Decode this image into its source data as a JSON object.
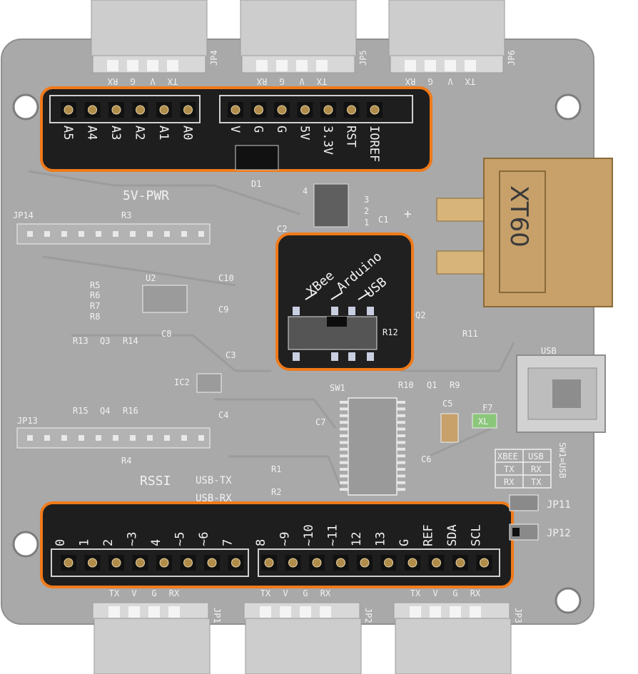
{
  "board": {
    "connectors_top": [
      {
        "ref": "JP4",
        "pins": [
          "RX",
          "G",
          "V",
          "TX"
        ]
      },
      {
        "ref": "JP5",
        "pins": [
          "RX",
          "G",
          "V",
          "TX"
        ]
      },
      {
        "ref": "JP6",
        "pins": [
          "RX",
          "G",
          "V",
          "TX"
        ]
      }
    ],
    "connectors_bottom": [
      {
        "ref": "JP1",
        "pins": [
          "TX",
          "V",
          "G",
          "RX"
        ]
      },
      {
        "ref": "JP2",
        "pins": [
          "TX",
          "V",
          "G",
          "RX"
        ]
      },
      {
        "ref": "JP3",
        "pins": [
          "TX",
          "V",
          "G",
          "RX"
        ]
      }
    ],
    "analog_header": [
      "A5",
      "A4",
      "A3",
      "A2",
      "A1",
      "A0"
    ],
    "power_header": [
      "V",
      "G",
      "G",
      "5V",
      "3.3V",
      "RST",
      "IOREF"
    ],
    "digital_low": [
      "0",
      "1",
      "2",
      "~3",
      "4",
      "~5",
      "~6",
      "7"
    ],
    "digital_high": [
      "8",
      "~9",
      "~10",
      "~11",
      "12",
      "13",
      "G",
      "REF",
      "SDA",
      "SCL"
    ],
    "switch": {
      "labels": [
        "XBee",
        "Arduino",
        "USB"
      ],
      "ref": "SW1"
    },
    "power_connector": {
      "text": "XT60",
      "polarity": "+"
    },
    "usb": {
      "label": "USB",
      "table": {
        "headers": [
          "XBEE",
          "USB"
        ],
        "rows": [
          [
            "TX",
            "RX"
          ],
          [
            "RX",
            "TX"
          ]
        ]
      },
      "note": "SW1=USB"
    },
    "silkscreen": {
      "pwr": "5V-PWR",
      "rssi": "RSSI",
      "usb_tx": "USB-TX",
      "usb_rx": "USB-RX",
      "jp14": "JP14",
      "jp13": "JP13",
      "jp11": "JP11",
      "jp12": "JP12",
      "d1": "D1",
      "c1": "C1",
      "c2": "C2",
      "c3": "C3",
      "c4": "C4",
      "c5": "C5",
      "c6": "C6",
      "c7": "C7",
      "c8": "C8",
      "c9": "C9",
      "c10": "C10",
      "u2": "U2",
      "ic2": "IC2",
      "q1": "Q1",
      "q2": "Q2",
      "q3": "Q3",
      "q4": "Q4",
      "r1": "R1",
      "r2": "R2",
      "r3": "R3",
      "r4": "R4",
      "r5": "R5",
      "r6": "R6",
      "r7": "R7",
      "r8": "R8",
      "r9": "R9",
      "r10": "R10",
      "r11": "R11",
      "r12": "R12",
      "r13": "R13",
      "r14": "R14",
      "r15": "R15",
      "r16": "R16",
      "f7": "F7",
      "fuse": "XL",
      "sw1": "SW1",
      "pin4": "4",
      "pin3": "3",
      "pin2": "2",
      "pin1": "1"
    }
  },
  "colors": {
    "board": "#a9a9a9",
    "board_edge": "#9a9a9a",
    "highlight_border": "#f07a1a",
    "highlight_fill": "#1e1e1e",
    "header_body": "#161616",
    "pin_gold": "#b08c4a",
    "xt60": "#c7a06a",
    "connector": "#c9c9c9"
  }
}
